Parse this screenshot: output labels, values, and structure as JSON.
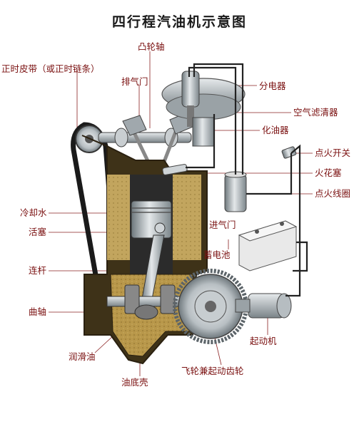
{
  "title": "四行程汽油机示意图",
  "labels": {
    "timing_belt": "正时皮带（或正时链条）",
    "camshaft": "凸轮轴",
    "exhaust_valve": "排气门",
    "distributor": "分电器",
    "air_filter": "空气滤清器",
    "carburetor": "化油器",
    "ignition_switch": "点火开关",
    "spark_plug": "火花塞",
    "ignition_coil": "点火线圈",
    "coolant": "冷却水",
    "piston": "活塞",
    "intake_valve": "进气门",
    "battery": "蓄电池",
    "connecting_rod": "连杆",
    "crankshaft": "曲轴",
    "starter_motor": "起动机",
    "lubricating_oil": "润滑油",
    "flywheel": "飞轮兼起动齿轮",
    "oil_pan": "油底壳"
  },
  "colors": {
    "label_text": "#7a1010",
    "engine_block": "#5b4a1e",
    "coolant_fill": "#b89a55",
    "oil_fill": "#a88a45",
    "metal": "#9aa3a8",
    "wire": "#222222"
  }
}
